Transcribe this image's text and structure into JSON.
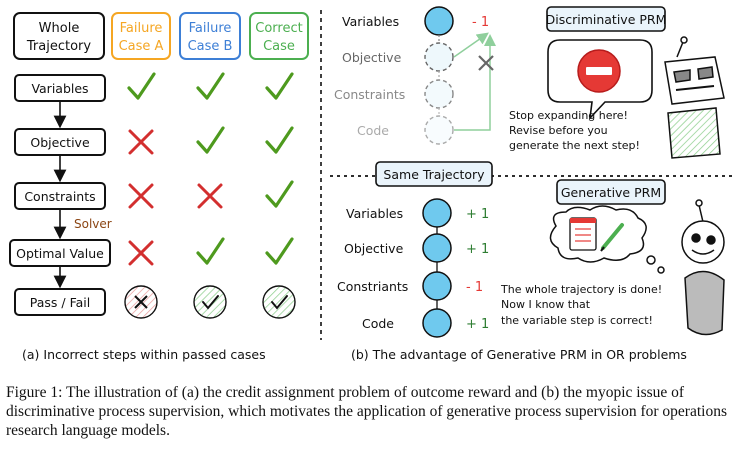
{
  "panel_a": {
    "headers": {
      "whole_1": "Whole",
      "whole_2": "Trajectory",
      "fail_a_1": "Failure",
      "fail_a_2": "Case A",
      "fail_b_1": "Failure",
      "fail_b_2": "Case B",
      "correct_1": "Correct",
      "correct_2": "Case"
    },
    "steps": [
      {
        "label": "Variables",
        "a": "check",
        "b": "check",
        "c": "check"
      },
      {
        "label": "Objective",
        "a": "cross",
        "b": "check",
        "c": "check"
      },
      {
        "label": "Constraints",
        "a": "cross",
        "b": "cross",
        "c": "check"
      },
      {
        "label": "Optimal Value",
        "a": "cross",
        "b": "check",
        "c": "check"
      },
      {
        "label": "Pass / Fail",
        "a": "fail",
        "b": "pass",
        "c": "pass"
      }
    ],
    "solver_label": "Solver",
    "subcaption": "(a) Incorrect steps within passed cases"
  },
  "panel_b": {
    "top": {
      "steps": [
        "Variables",
        "Objective",
        "Constraints",
        "Code"
      ],
      "score": "- 1",
      "prm_title": "Discriminative PRM",
      "speech_1": "Stop expanding here!",
      "speech_2": "Revise before you",
      "speech_3": "generate the next step!"
    },
    "same_trajectory": "Same Trajectory",
    "bottom": {
      "steps": [
        {
          "label": "Variables",
          "score": "+ 1"
        },
        {
          "label": "Objective",
          "score": "+ 1"
        },
        {
          "label": "Constriants",
          "score": "- 1"
        },
        {
          "label": "Code",
          "score": "+ 1"
        }
      ],
      "prm_title": "Generative PRM",
      "speech_1": "The whole trajectory is done!",
      "speech_2": "Now I know that",
      "speech_3": "the variable step is correct!"
    },
    "subcaption": "(b) The advantage of Generative PRM in OR problems"
  },
  "caption": "Figure 1: The illustration of (a) the credit assignment problem of outcome reward and (b) the myopic issue of discriminative process supervision, which motivates the application of generative process supervision for operations research language models.",
  "colors": {
    "black": "#111111",
    "orange": "#f5a623",
    "blue": "#3d7fd6",
    "green": "#4caf50",
    "check": "#4e9a1e",
    "cross": "#d32f2f",
    "red_score": "#e53935",
    "green_score": "#2e7d32",
    "node_fill": "#6fc9ee",
    "solver": "#8b4513"
  }
}
